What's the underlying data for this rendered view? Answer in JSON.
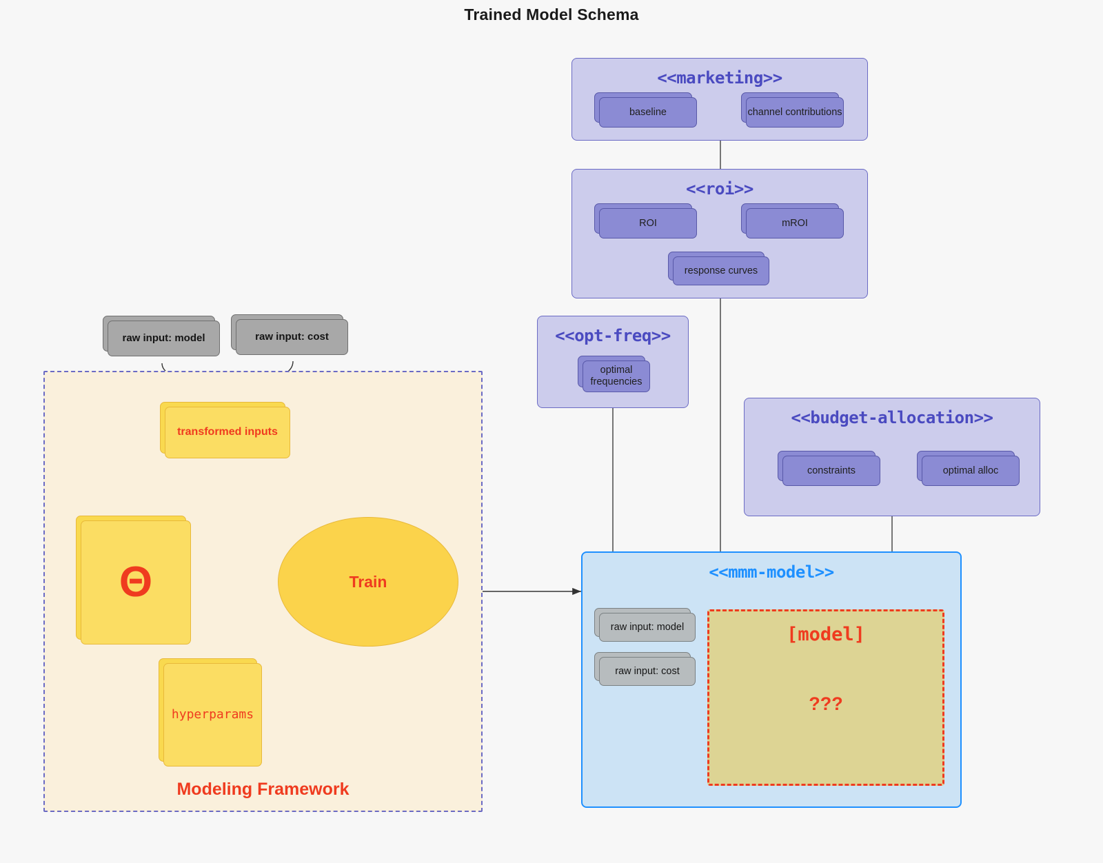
{
  "title": "Trained Model Schema",
  "packages": {
    "marketing": {
      "title": "<<marketing>>",
      "nodes": [
        {
          "label": "baseline"
        },
        {
          "label": "channel contributions"
        }
      ]
    },
    "roi": {
      "title": "<<roi>>",
      "nodes": [
        {
          "label": "ROI"
        },
        {
          "label": "mROI"
        },
        {
          "label": "response curves"
        }
      ]
    },
    "opt_freq": {
      "title": "<<opt-freq>>",
      "nodes": [
        {
          "label_line1": "optimal",
          "label_line2": "frequencies"
        }
      ]
    },
    "budget_allocation": {
      "title": "<<budget-allocation>>",
      "nodes": [
        {
          "label": "constraints"
        },
        {
          "label": "optimal alloc"
        }
      ]
    },
    "mmm_model": {
      "title": "<<mmm-model>>",
      "nodes": [
        {
          "label": "raw input: model"
        },
        {
          "label": "raw input: cost"
        }
      ],
      "placeholder": {
        "main": "[model]",
        "sub": "???"
      }
    }
  },
  "raw_inputs": [
    {
      "label": "raw input: model"
    },
    {
      "label": "raw input: cost"
    }
  ],
  "modeling_framework": {
    "label": "Modeling Framework",
    "transformed_inputs": "transformed inputs",
    "theta_glyph": "Θ",
    "hyperparams": "hyperparams",
    "train": "Train"
  },
  "colors": {
    "background": "#f7f7f7",
    "package_purple_fill": "#ccccec",
    "package_purple_border": "#6a6ac4",
    "package_purple_title": "#4a4ac0",
    "node_purple_fill": "#8b8bd4",
    "node_purple_border": "#5858a8",
    "package_blue_fill": "#cce3f5",
    "package_blue_border": "#1e90ff",
    "node_gray_fill": "#a8a8a8",
    "node_gray_border": "#6f6f6f",
    "framework_fill": "#faf0dc",
    "framework_border": "#6a6ac4",
    "node_yellow_fill": "#fbdd63",
    "node_yellow_border": "#e8b93a",
    "accent_red": "#ef3b1f",
    "placeholder_fill": "#ddd494",
    "connector_gray": "#4a4a4a"
  }
}
